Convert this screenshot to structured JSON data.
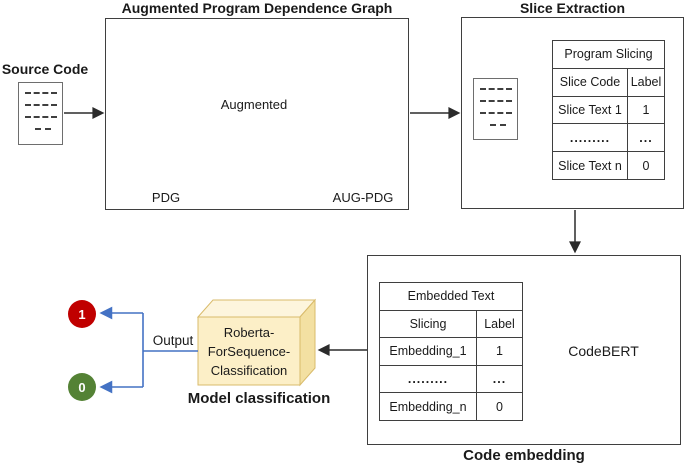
{
  "source": {
    "label": "Source Code"
  },
  "apdg": {
    "title": "Augmented Program Dependence Graph",
    "augmented_arrow_label": "Augmented",
    "pdg_label": "PDG",
    "aug_pdg_label": "AUG-PDG"
  },
  "slice": {
    "title": "Slice Extraction",
    "table": {
      "title": "Program Slicing",
      "col1": "Slice Code",
      "col2": "Label",
      "rows": [
        [
          "Slice Text 1",
          "1"
        ],
        [
          ".........",
          "..."
        ],
        [
          "Slice Text n",
          "0"
        ]
      ]
    }
  },
  "embedding": {
    "caption": "Code embedding",
    "codebert_label": "CodeBERT",
    "table": {
      "title": "Embedded Text",
      "col1": "Slicing",
      "col2": "Label",
      "rows": [
        [
          "Embedding_1",
          "1"
        ],
        [
          ".........",
          "..."
        ],
        [
          "Embedding_n",
          "0"
        ]
      ]
    }
  },
  "classification": {
    "caption": "Model classification",
    "output_label": "Output",
    "model_lines": [
      "Roberta-",
      "ForSequence-",
      "Classification"
    ],
    "class_one": "1",
    "class_zero": "0"
  },
  "colors": {
    "class_one_red": "#c00000",
    "class_zero_green": "#548235",
    "output_blue": "#4472c4",
    "augmented_edge_red": "#f04040",
    "codebert_fill": "#cbf6fa",
    "roberta_fill": "#fcefc7"
  }
}
